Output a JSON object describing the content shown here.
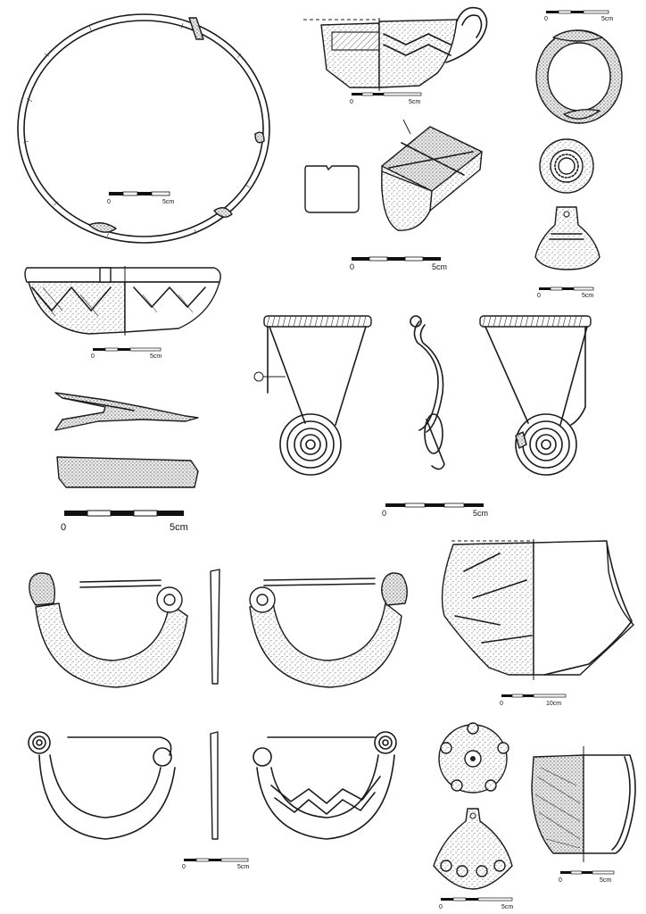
{
  "scalebars": {
    "ring_large": {
      "zero": "0",
      "end": "5cm"
    },
    "cup_handle": {
      "zero": "0",
      "end": "5cm"
    },
    "ring_small": {
      "zero": "0",
      "end": "5cm"
    },
    "block": {
      "zero": "0",
      "end": "5cm"
    },
    "bead_pendant": {
      "zero": "0",
      "end": "5cm"
    },
    "bowl": {
      "zero": "0",
      "end": "5cm"
    },
    "iron_tool": {
      "zero": "0",
      "end": "5cm"
    },
    "spectacle_fibula": {
      "zero": "0",
      "end": "5cm"
    },
    "large_vessel": {
      "zero": "0",
      "end": "10cm"
    },
    "fibula_outline": {
      "zero": "0",
      "end": "5cm"
    },
    "knob_pendant": {
      "zero": "0",
      "end": "5cm"
    },
    "small_cup": {
      "zero": "0",
      "end": "5cm"
    }
  }
}
